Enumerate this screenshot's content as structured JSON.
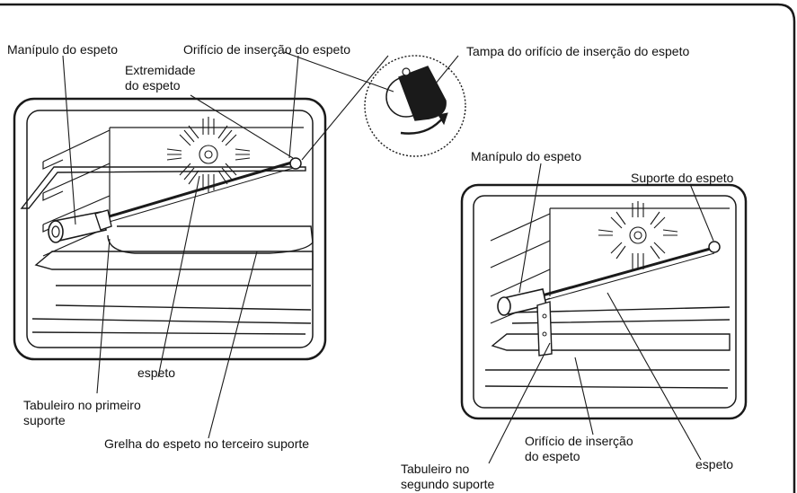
{
  "labels": {
    "handle_left": "Manípulo do espeto",
    "insert_hole_top": "Orifício de inserção do espeto",
    "tip_line1": "Extremidade",
    "tip_line2": "do espeto",
    "cover": "Tampa do orifício de inserção do espeto",
    "handle_right": "Manípulo do espeto",
    "support": "Suporte do espeto",
    "spit_left": "espeto",
    "tray_first_line1": "Tabuleiro no primeiro",
    "tray_first_line2": "suporte",
    "grill_third": "Grelha do espeto no terceiro suporte",
    "insert_hole_bottom_line1": "Orifício de inserção",
    "insert_hole_bottom_line2": "do espeto",
    "spit_right": "espeto",
    "tray_second_line1": "Tabuleiro no",
    "tray_second_line2": "segundo suporte"
  }
}
